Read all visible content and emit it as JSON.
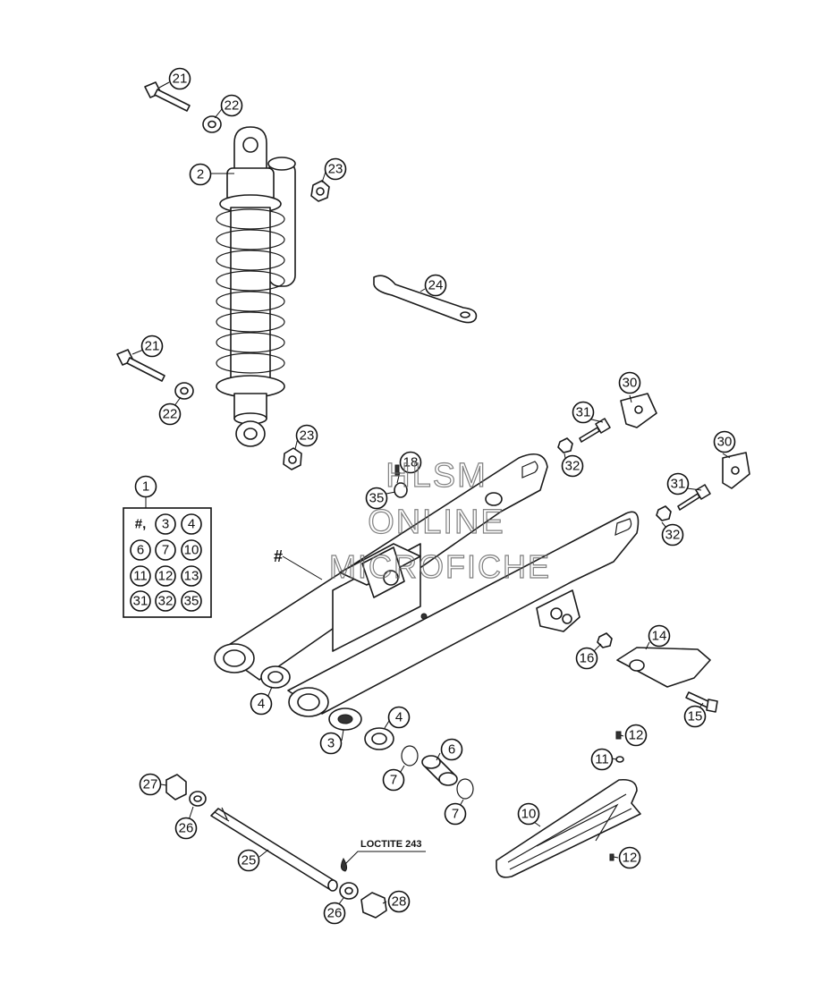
{
  "watermark": {
    "line1": "HLSM",
    "line2": "ONLINE",
    "line3": "MICROFICHE"
  },
  "note_label": "LOCTITE 243",
  "kit_marker": "#",
  "kit": {
    "header": "1",
    "cells": [
      "#,",
      "3",
      "4",
      "6",
      "7",
      "10",
      "11",
      "12",
      "13",
      "31",
      "32",
      "35"
    ]
  },
  "callouts": [
    {
      "id": "21",
      "target": "bolt-top"
    },
    {
      "id": "22",
      "target": "washer-top"
    },
    {
      "id": "2",
      "target": "shock-absorber"
    },
    {
      "id": "23",
      "target": "nut-top"
    },
    {
      "id": "24",
      "target": "hook-wrench"
    },
    {
      "id": "21",
      "target": "bolt-lower"
    },
    {
      "id": "22",
      "target": "washer-lower"
    },
    {
      "id": "23",
      "target": "nut-lower"
    },
    {
      "id": "30",
      "target": "chain-adjuster-upper"
    },
    {
      "id": "31",
      "target": "adjuster-bolt-upper"
    },
    {
      "id": "32",
      "target": "adjuster-nut-upper"
    },
    {
      "id": "30",
      "target": "chain-adjuster-lower"
    },
    {
      "id": "31",
      "target": "adjuster-bolt-lower"
    },
    {
      "id": "32",
      "target": "adjuster-nut-lower"
    },
    {
      "id": "18",
      "target": "grease-nipple"
    },
    {
      "id": "35",
      "target": "grease-nipple-adapter"
    },
    {
      "id": "14",
      "target": "chain-guide-bracket"
    },
    {
      "id": "16",
      "target": "bracket-nut"
    },
    {
      "id": "15",
      "target": "bracket-bolt"
    },
    {
      "id": "4",
      "target": "bushing-left"
    },
    {
      "id": "3",
      "target": "bearing"
    },
    {
      "id": "4",
      "target": "bushing-right"
    },
    {
      "id": "6",
      "target": "spacer-sleeve"
    },
    {
      "id": "7",
      "target": "o-ring-left"
    },
    {
      "id": "7",
      "target": "o-ring-right"
    },
    {
      "id": "12",
      "target": "screw-upper"
    },
    {
      "id": "11",
      "target": "washer-small"
    },
    {
      "id": "10",
      "target": "chain-slider"
    },
    {
      "id": "12",
      "target": "screw-lower"
    },
    {
      "id": "27",
      "target": "axle-nut-left"
    },
    {
      "id": "26",
      "target": "axle-washer-left"
    },
    {
      "id": "25",
      "target": "swingarm-axle"
    },
    {
      "id": "26",
      "target": "axle-washer-right"
    },
    {
      "id": "28",
      "target": "axle-nut-right"
    }
  ]
}
